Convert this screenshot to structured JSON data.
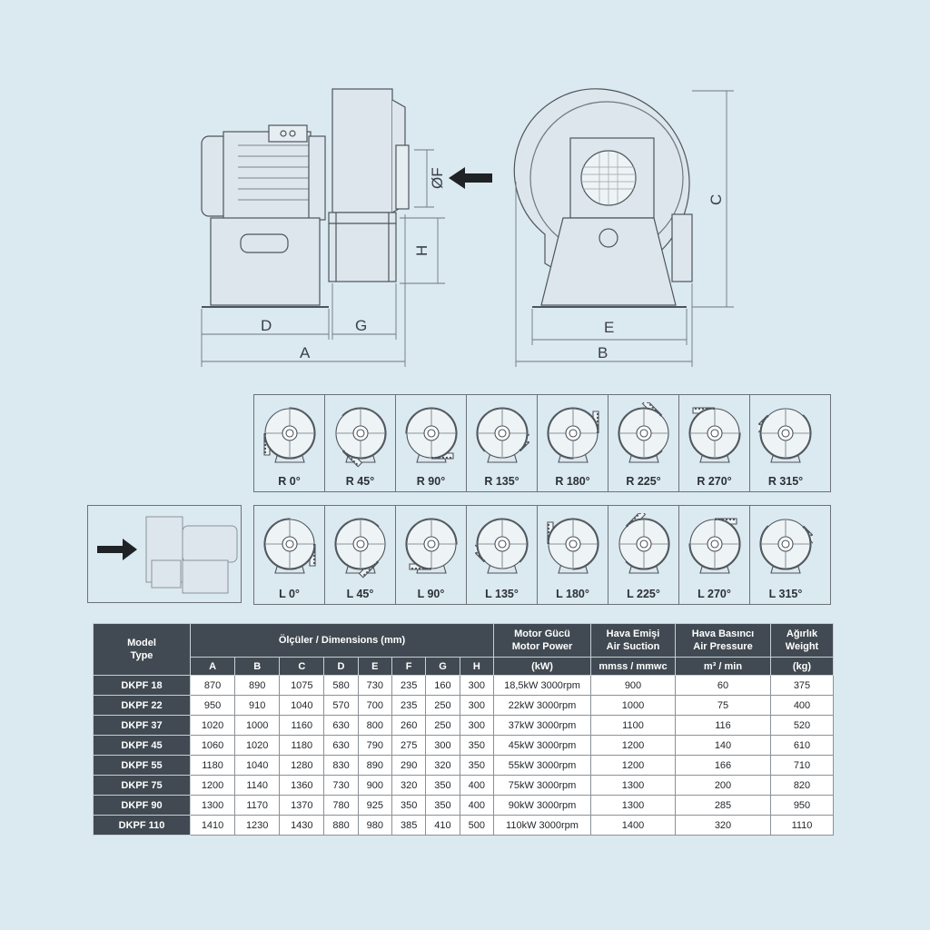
{
  "dimension_letters": {
    "A": "A",
    "B": "B",
    "C": "C",
    "D": "D",
    "E": "E",
    "F": "ØF",
    "G": "G",
    "H": "H"
  },
  "orientations_right": [
    "R 0°",
    "R 45°",
    "R 90°",
    "R 135°",
    "R 180°",
    "R 225°",
    "R 270°",
    "R 315°"
  ],
  "orientations_left": [
    "L 0°",
    "L 45°",
    "L 90°",
    "L 135°",
    "L 180°",
    "L 225°",
    "L 270°",
    "L 315°"
  ],
  "table": {
    "model_header": "Model",
    "type_header": "Type",
    "dims_header": "Ölçüler / Dimensions (mm)",
    "power_header_tr": "Motor Gücü",
    "power_header_en": "Motor Power",
    "power_unit": "(kW)",
    "suction_header_tr": "Hava Emişi",
    "suction_header_en": "Air Suction",
    "suction_unit": "mmss / mmwc",
    "pressure_header_tr": "Hava Basıncı",
    "pressure_header_en": "Air Pressure",
    "pressure_unit": "m³ / min",
    "weight_header_tr": "Ağırlık",
    "weight_header_en": "Weight",
    "weight_unit": "(kg)",
    "dim_columns": [
      "A",
      "B",
      "C",
      "D",
      "E",
      "F",
      "G",
      "H"
    ],
    "rows": [
      {
        "model": "DKPF 18",
        "dims": [
          "870",
          "890",
          "1075",
          "580",
          "730",
          "235",
          "160",
          "300"
        ],
        "power": "18,5kW 3000rpm",
        "suction": "900",
        "pressure": "60",
        "weight": "375"
      },
      {
        "model": "DKPF 22",
        "dims": [
          "950",
          "910",
          "1040",
          "570",
          "700",
          "235",
          "250",
          "300"
        ],
        "power": "22kW 3000rpm",
        "suction": "1000",
        "pressure": "75",
        "weight": "400"
      },
      {
        "model": "DKPF 37",
        "dims": [
          "1020",
          "1000",
          "1160",
          "630",
          "800",
          "260",
          "250",
          "300"
        ],
        "power": "37kW 3000rpm",
        "suction": "1100",
        "pressure": "116",
        "weight": "520"
      },
      {
        "model": "DKPF 45",
        "dims": [
          "1060",
          "1020",
          "1180",
          "630",
          "790",
          "275",
          "300",
          "350"
        ],
        "power": "45kW 3000rpm",
        "suction": "1200",
        "pressure": "140",
        "weight": "610"
      },
      {
        "model": "DKPF 55",
        "dims": [
          "1180",
          "1040",
          "1280",
          "830",
          "890",
          "290",
          "320",
          "350"
        ],
        "power": "55kW 3000rpm",
        "suction": "1200",
        "pressure": "166",
        "weight": "710"
      },
      {
        "model": "DKPF 75",
        "dims": [
          "1200",
          "1140",
          "1360",
          "730",
          "900",
          "320",
          "350",
          "400"
        ],
        "power": "75kW 3000rpm",
        "suction": "1300",
        "pressure": "200",
        "weight": "820"
      },
      {
        "model": "DKPF 90",
        "dims": [
          "1300",
          "1170",
          "1370",
          "780",
          "925",
          "350",
          "350",
          "400"
        ],
        "power": "90kW 3000rpm",
        "suction": "1300",
        "pressure": "285",
        "weight": "950"
      },
      {
        "model": "DKPF 110",
        "dims": [
          "1410",
          "1230",
          "1430",
          "880",
          "980",
          "385",
          "410",
          "500"
        ],
        "power": "110kW 3000rpm",
        "suction": "1400",
        "pressure": "320",
        "weight": "1110"
      }
    ]
  }
}
